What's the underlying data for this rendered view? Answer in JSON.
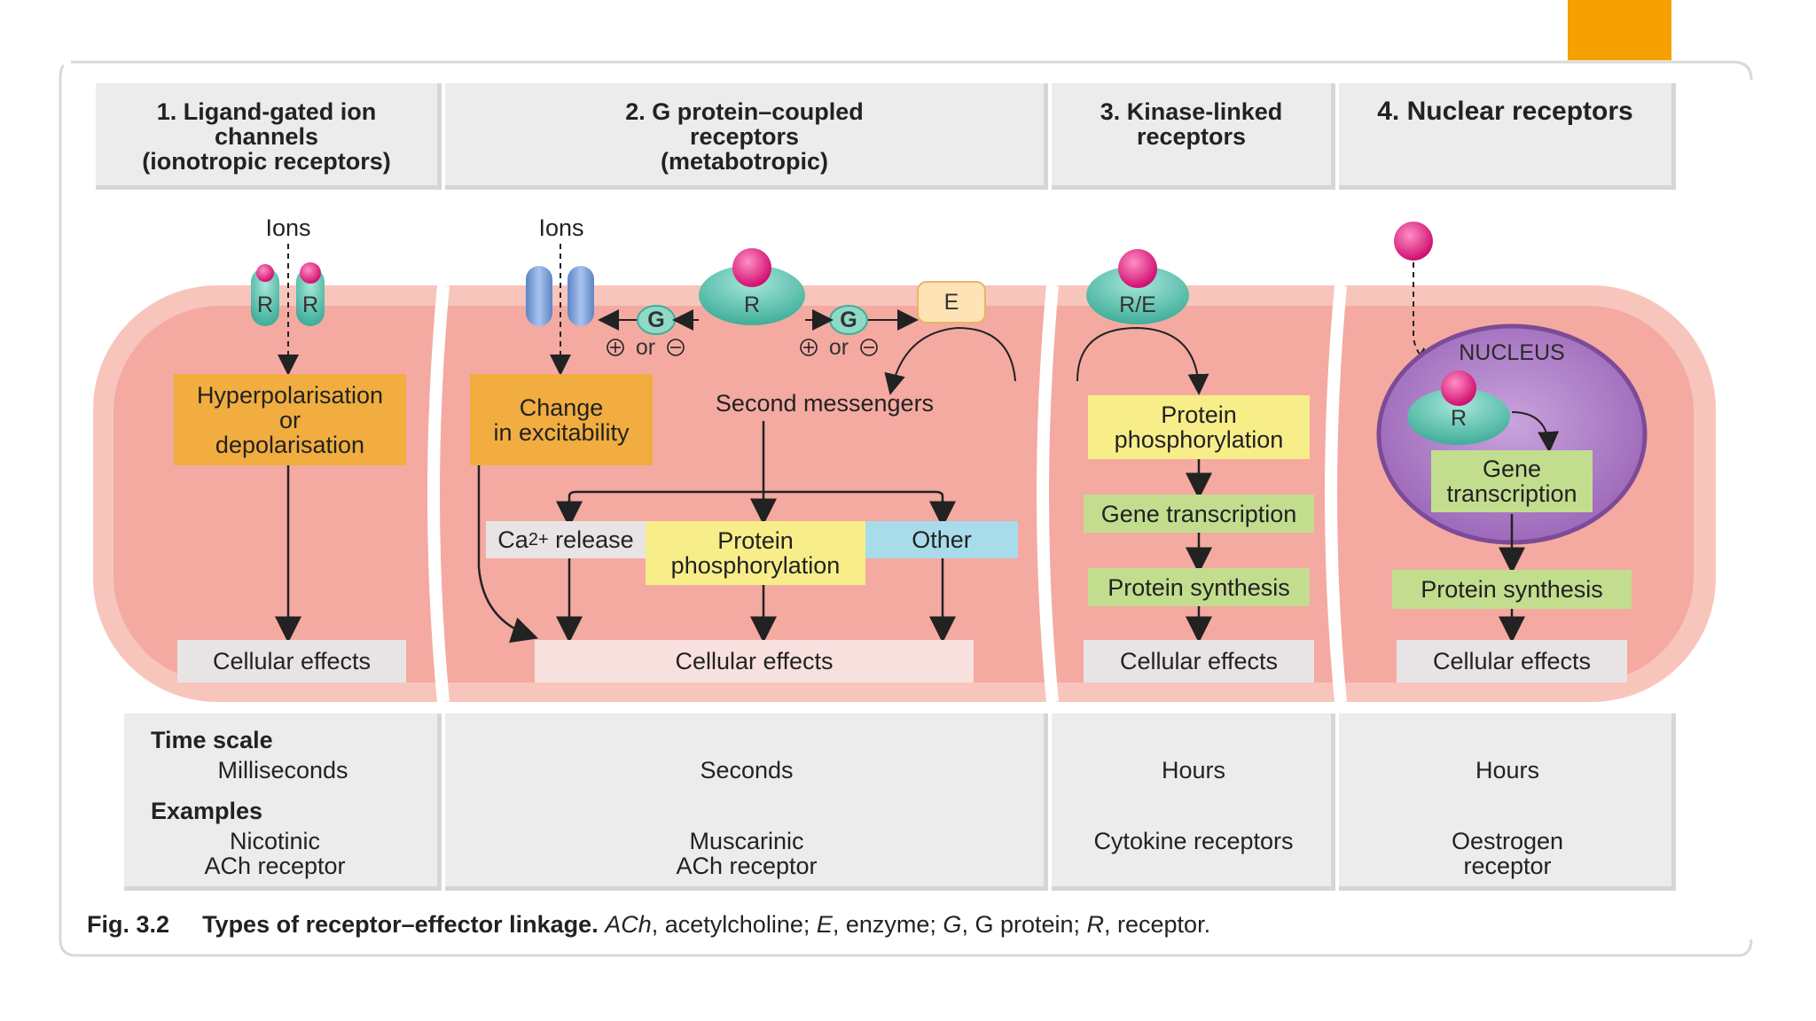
{
  "headers": [
    "1. Ligand-gated ion\nchannels\n(ionotropic receptors)",
    "2. G protein–coupled\nreceptors\n(metabotropic)",
    "3. Kinase-linked\nreceptors",
    "4. Nuclear receptors"
  ],
  "ions_label_1": "Ions",
  "ions_label_2": "Ions",
  "receptor_letter": "R",
  "g_protein_letter": "G",
  "enzyme_letter": "E",
  "kinase_receptor_label": "R/E",
  "plus_or_minus": "or",
  "nucleus_label": "NUCLEUS",
  "col1": {
    "effect_box": "Hyperpolarisation\nor\ndepolarisation",
    "cellular": "Cellular effects"
  },
  "col2": {
    "effect_box": "Change\nin excitability",
    "second_messengers": "Second messengers",
    "ca_release_prefix": "Ca",
    "ca_release_sup": "2+",
    "ca_release_suffix": " release",
    "protein_phos": "Protein\nphosphorylation",
    "other": "Other",
    "cellular": "Cellular effects"
  },
  "col3": {
    "protein_phos": "Protein\nphosphorylation",
    "gene_transcription": "Gene transcription",
    "protein_synthesis": "Protein synthesis",
    "cellular": "Cellular effects"
  },
  "col4": {
    "gene_transcription": "Gene\ntranscription",
    "protein_synthesis": "Protein synthesis",
    "cellular": "Cellular effects"
  },
  "bottom": {
    "time_scale_label": "Time scale",
    "examples_label": "Examples",
    "time": [
      "Milliseconds",
      "Seconds",
      "Hours",
      "Hours"
    ],
    "examples": [
      "Nicotinic\nACh receptor",
      "Muscarinic\nACh receptor",
      "Cytokine receptors",
      "Oestrogen\nreceptor"
    ]
  },
  "caption": {
    "fig": "Fig. 3.2",
    "bold": "Types of receptor–effector linkage.",
    "rest": [
      {
        "abbr": "ACh",
        "text": ", acetylcholine; "
      },
      {
        "abbr": "E",
        "text": ", enzyme; "
      },
      {
        "abbr": "G",
        "text": ", G protein; "
      },
      {
        "abbr": "R",
        "text": ", receptor."
      }
    ]
  },
  "colors": {
    "accent": "#f5a000",
    "cell_band": "#f8c5bd",
    "cell_inner": "#f4aaa1",
    "receptor_teal": "#5fc3b0",
    "ligand_magenta": "#e0127a",
    "nucleus_purple": "#9a64b6"
  }
}
